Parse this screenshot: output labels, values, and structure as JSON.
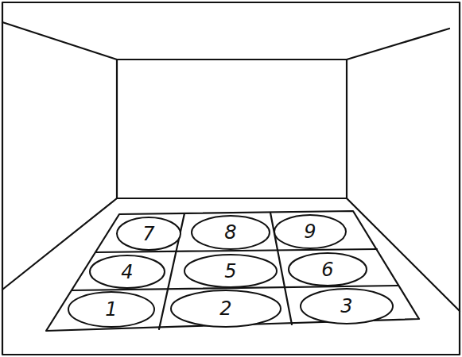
{
  "diagram": {
    "nodes": [
      {
        "text": [
          "7"
        ]
      },
      {
        "text": [
          "8"
        ]
      },
      {
        "text": [
          "9"
        ]
      },
      {
        "text": [
          "4"
        ]
      },
      {
        "text": [
          "5"
        ]
      },
      {
        "text": [
          "6"
        ]
      },
      {
        "text": [
          "1"
        ]
      },
      {
        "text": [
          "2"
        ]
      },
      {
        "text": [
          "3"
        ]
      }
    ]
  }
}
